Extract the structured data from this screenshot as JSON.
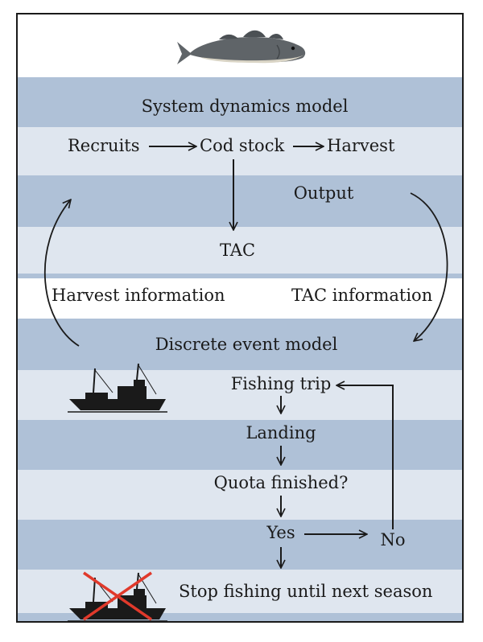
{
  "diagram": {
    "system_model": {
      "title": "System dynamics model",
      "nodes": {
        "recruits": "Recruits",
        "stock": "Cod stock",
        "harvest": "Harvest"
      },
      "output": "Output",
      "tac": "TAC"
    },
    "links": {
      "left": "Harvest information",
      "right": "TAC information"
    },
    "event_model": {
      "title": "Discrete event model",
      "steps": {
        "trip": "Fishing trip",
        "landing": "Landing",
        "quota": "Quota finished?",
        "yes": "Yes",
        "no": "No",
        "stop": "Stop fishing until next season"
      }
    },
    "icons": [
      "cod-fish-icon",
      "fishing-vessel-icon",
      "fishing-vessel-crossed-icon"
    ],
    "colors": {
      "band_dark": "#afc1d7",
      "band_light": "#dfe6ef",
      "line": "#1a1a1a",
      "cross": "#e0392b"
    }
  }
}
